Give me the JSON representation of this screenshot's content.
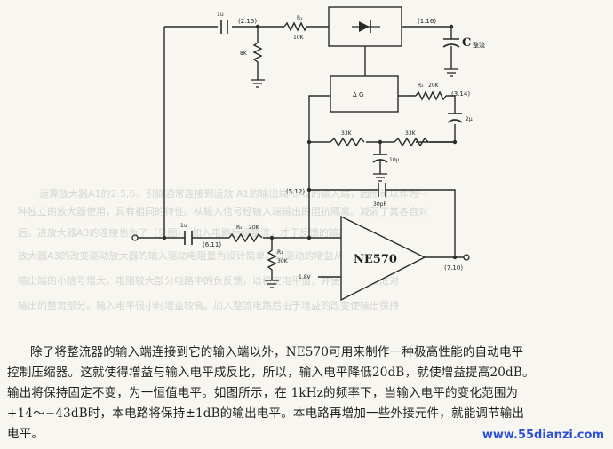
{
  "circuit": {
    "part_number": "NE570",
    "rectifier_label": "",
    "gain_cell_label": "Δ G",
    "node_voltages": {
      "top_in": "(2.15)",
      "top_out": "(1.16)",
      "mid_node": "(3.14)",
      "fb_node": "(5.12)",
      "in_node": "(6.11)",
      "out_node": "(7.10)"
    },
    "components": {
      "c_top": "1u",
      "r_top": "R₁",
      "r_top_value": "10K",
      "r_shunt": "8K",
      "c_rect": "C",
      "c_rect_name": "整流",
      "r2_top": "R₂",
      "r2_top_value": "20K",
      "c_mid": "2μ",
      "r_33k_left": "33K",
      "r_33k_right": "33K",
      "c_10u": "10μ",
      "c_30pf": "30pF",
      "c_in": "1u",
      "r2_in": "R₂",
      "r2_in_value": "20K",
      "r3": "R₃",
      "r3_value": "30K",
      "v_ref": "1.8V"
    }
  },
  "background_text": [
    "运算放大器A1的2.5,6、引脚通常连接到运放 A1的输出端和A2的输入端，因而可以作为一",
    "种独立的放大器使用，具有相同的特性。从输入信号经输入端输出的阻抗隔离。减弱了其各自对",
    "后。进放大器A3的连接也为了（见图）。加入电路后级整流，才于反馈的输出。",
    "放大器A3的改变驱动放大器的输入驱动电阻量为设计简单。以驱动的增益从而可调整量的",
    "输出端的小信号增大。电阻较大部分电路中的负反馈，以稳定电平值，并使输出端形成对",
    "输出的整流部分。输入电平很小时增益较高。加入整流电路后由于增益的改变使输出保持"
  ],
  "caption": [
    "除了将整流器的输入端连接到它的输入端以外，NE570可用来制作一种极高性能的自动电平",
    "控制压缩器。这就使得增益与输入电平成反比，所以，输入电平降低20dB，就使增益提高20dB。",
    "输出将保持固定不变，为一恒值电平。如图所示，在 1kHz的频率下，当输入电平的变化范围为",
    "+14～−43dB时，本电路将保持±1dB的输出电平。本电路再增加一些外接元件，就能调节输出",
    "电平。"
  ],
  "watermark": "www.55dianzi.com"
}
